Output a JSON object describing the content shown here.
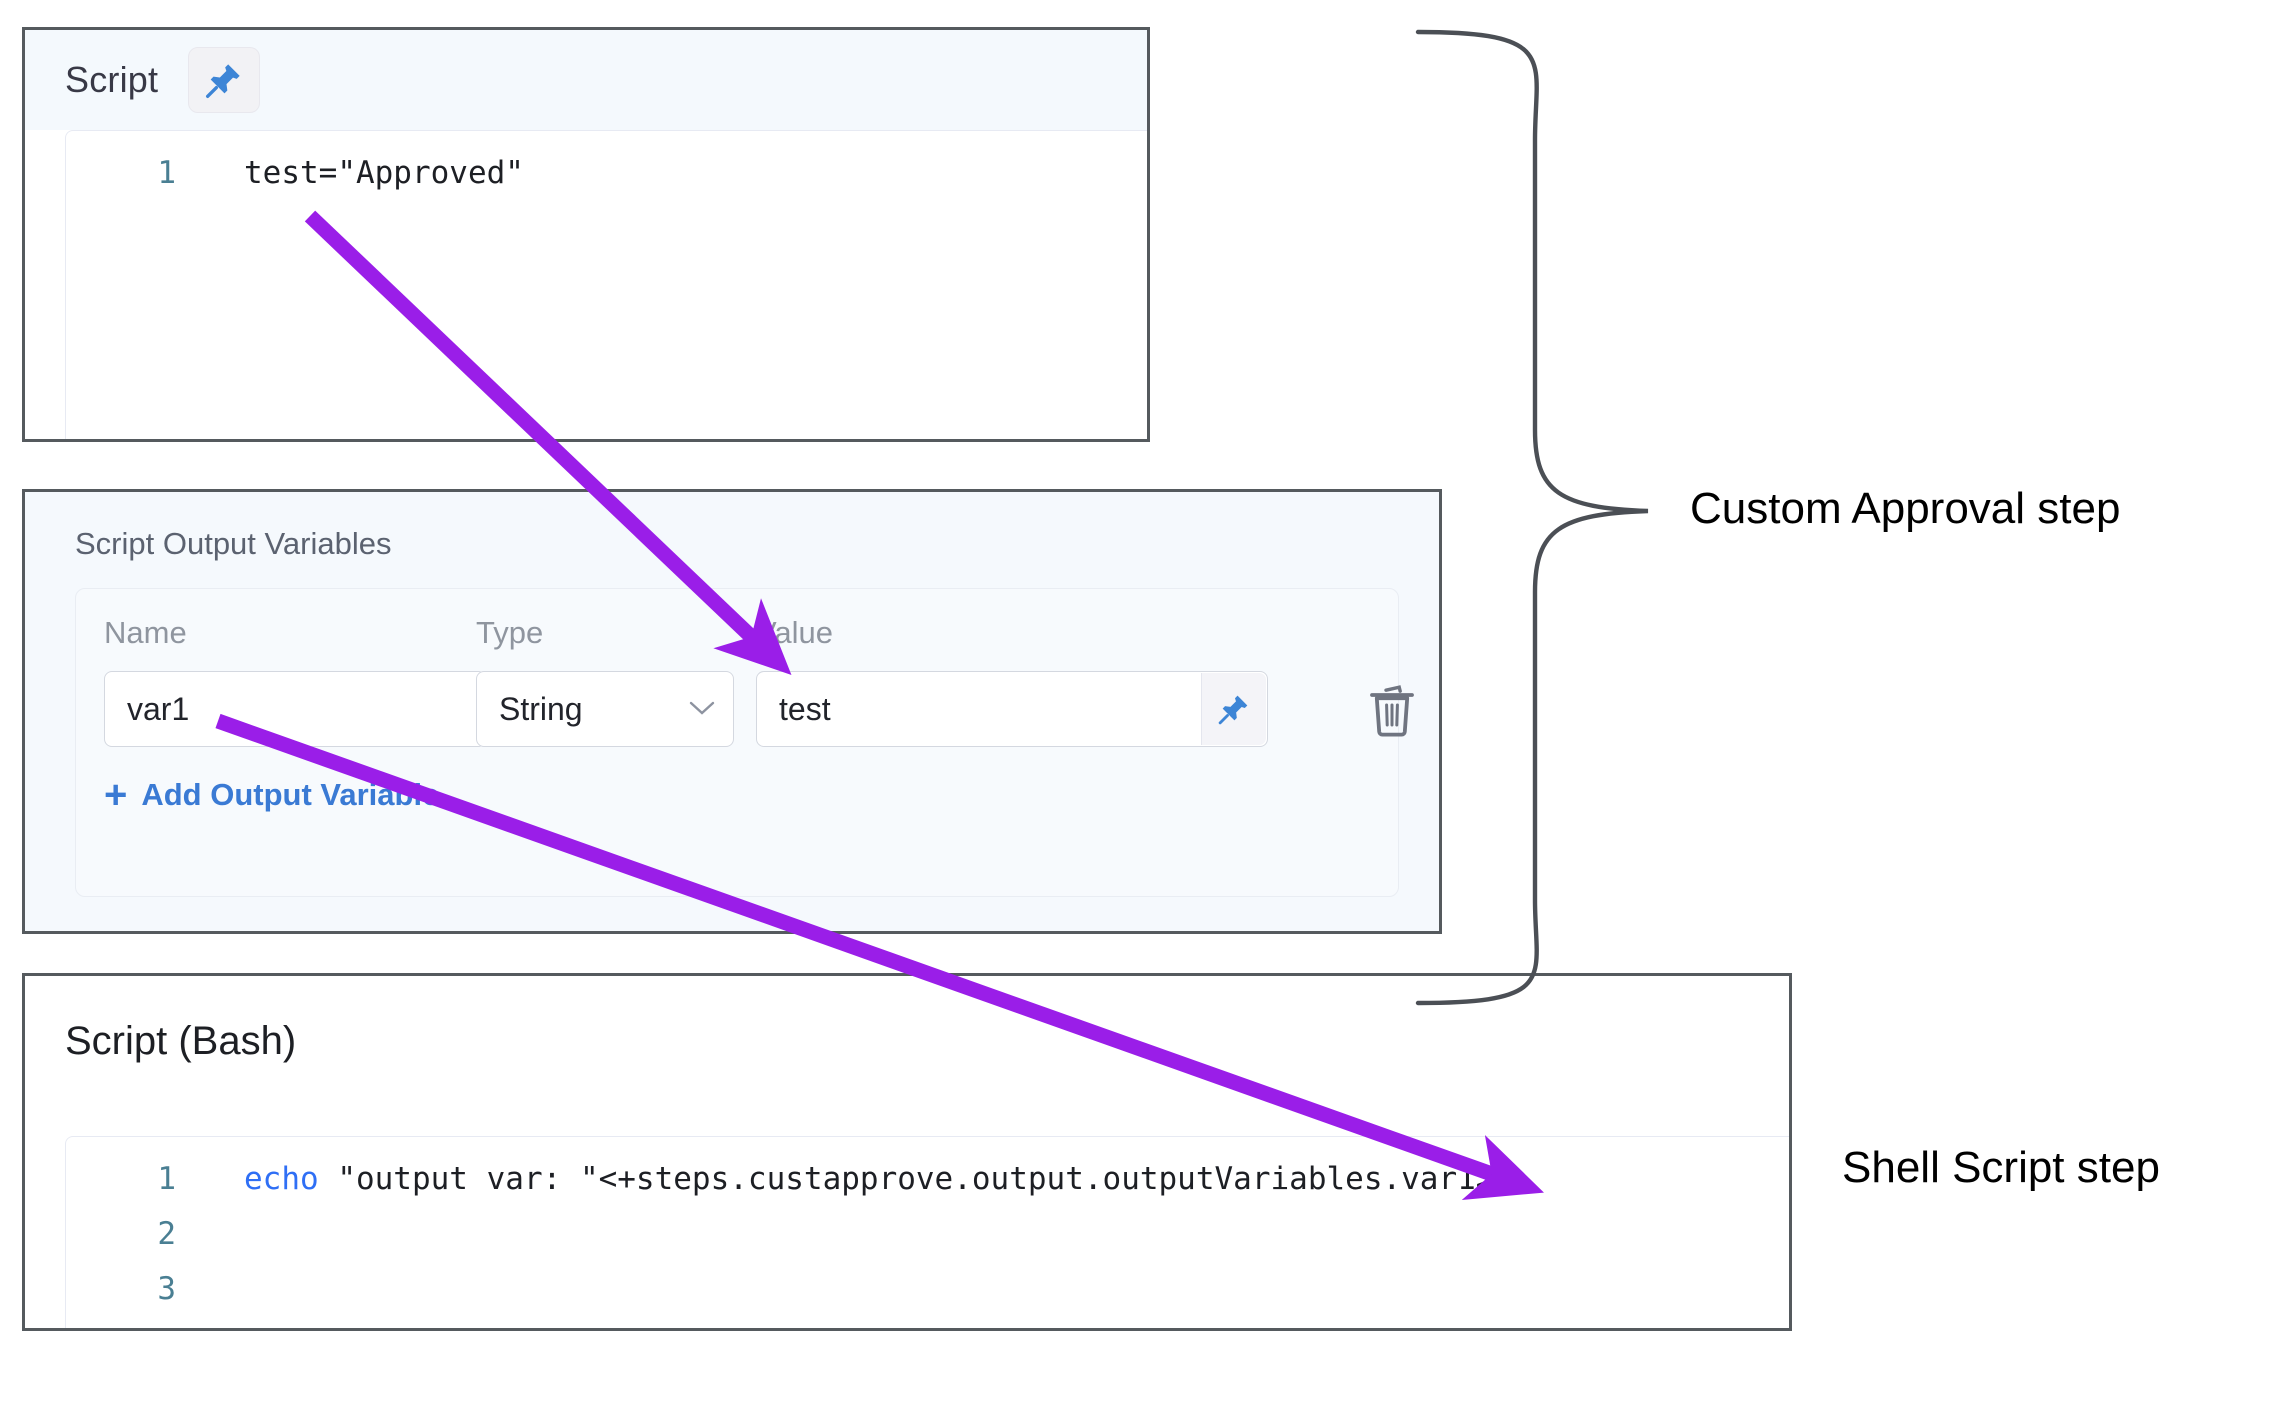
{
  "script_panel": {
    "title": "Script",
    "pin_icon": "pushpin-icon",
    "code": {
      "line_number": "1",
      "text": "test=\"Approved\""
    }
  },
  "output_variables_panel": {
    "title": "Script Output Variables",
    "columns": {
      "name": "Name",
      "type": "Type",
      "value": "Value"
    },
    "row": {
      "name_value": "var1",
      "type_value": "String",
      "type_chevron": "chevron-down-icon",
      "value_value": "test",
      "value_pin_icon": "pushpin-icon",
      "delete_icon": "trash-icon"
    },
    "add_link": {
      "plus": "+",
      "label": "Add Output Variable"
    }
  },
  "bash_panel": {
    "title": "Script (Bash)",
    "lines": [
      {
        "number": "1",
        "keyword": "echo",
        "rest": " \"output var: \"<+steps.custapprove.output.outputVariables.var1>"
      },
      {
        "number": "2",
        "keyword": "",
        "rest": ""
      },
      {
        "number": "3",
        "keyword": "",
        "rest": ""
      }
    ]
  },
  "annotations": {
    "custom_approval": "Custom Approval step",
    "shell_script": "Shell Script step"
  },
  "colors": {
    "arrow_purple": "#9a1ee8",
    "link_blue": "#3a7ad4",
    "pin_blue": "#3d85d6",
    "keyword_blue": "#2f6ff5",
    "lineno_teal": "#4a7f93",
    "panel_border": "#555a5e",
    "panel_bg": "#f5f9fd",
    "brace_gray": "#4b4f55"
  }
}
